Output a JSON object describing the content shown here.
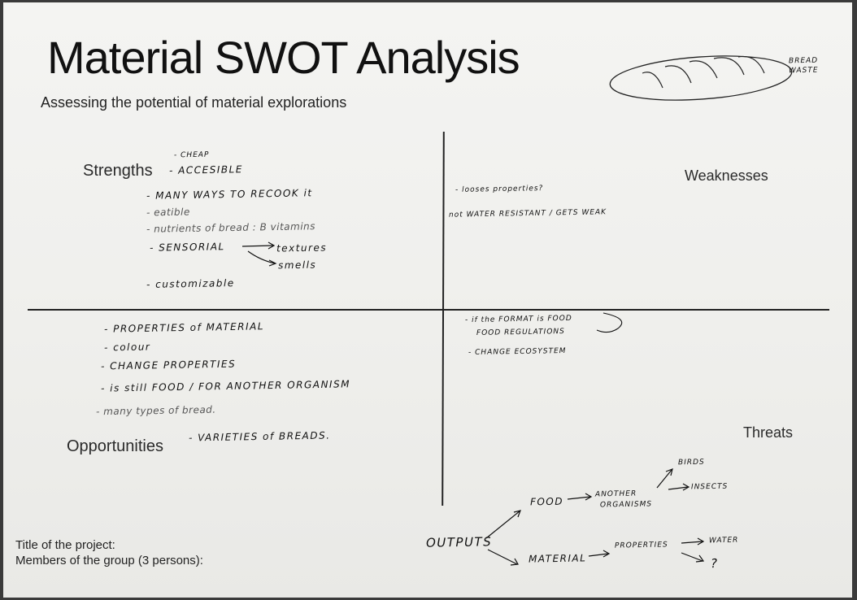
{
  "title": "Material SWOT Analysis",
  "subtitle": "Assessing the potential of material explorations",
  "quadrants": {
    "strengths": "Strengths",
    "weaknesses": "Weaknesses",
    "opportunities": "Opportunities",
    "threats": "Threats"
  },
  "sketch": {
    "label_1": "BREAD",
    "label_2": "WASTE"
  },
  "strengths_notes": {
    "cheap": "- CHEAP",
    "accessible": "- ACCESIBLE",
    "recook": "- MANY WAYS TO RECOOK it",
    "eatible": "- eatible",
    "nutrients": "- nutrients of bread : B vitamins",
    "sensorial": "- SENSORIAL",
    "textures": "textures",
    "smells": "smells",
    "customizable": "- customizable"
  },
  "weaknesses_notes": {
    "looses": "- looses properties?",
    "water": "not WATER RESISTANT / GETS WEAK"
  },
  "opportunities_notes": {
    "properties": "- PROPERTIES of MATERIAL",
    "colour": "- colour",
    "change": "- CHANGE PROPERTIES",
    "food": "- is still FOOD / FOR ANOTHER ORGANISM",
    "types": "- many types of bread.",
    "varieties": "- VARIETIES of BREADS."
  },
  "threats_notes": {
    "format": "- if the FORMAT is FOOD",
    "regulations": "FOOD REGULATIONS",
    "ecosystem": "- CHANGE ECOSYSTEM"
  },
  "outputs_diagram": {
    "outputs": "OUTPUTS",
    "food": "FOOD",
    "another_organisms": "ANOTHER",
    "organisms": "ORGANISMS",
    "birds": "BIRDS",
    "insects": "INSECTS",
    "material": "MATERIAL",
    "properties": "PROPERTIES",
    "water": "WATER",
    "question": "?"
  },
  "footer": {
    "project_title": "Title of the project:",
    "members": "Members of the group (3 persons):"
  }
}
